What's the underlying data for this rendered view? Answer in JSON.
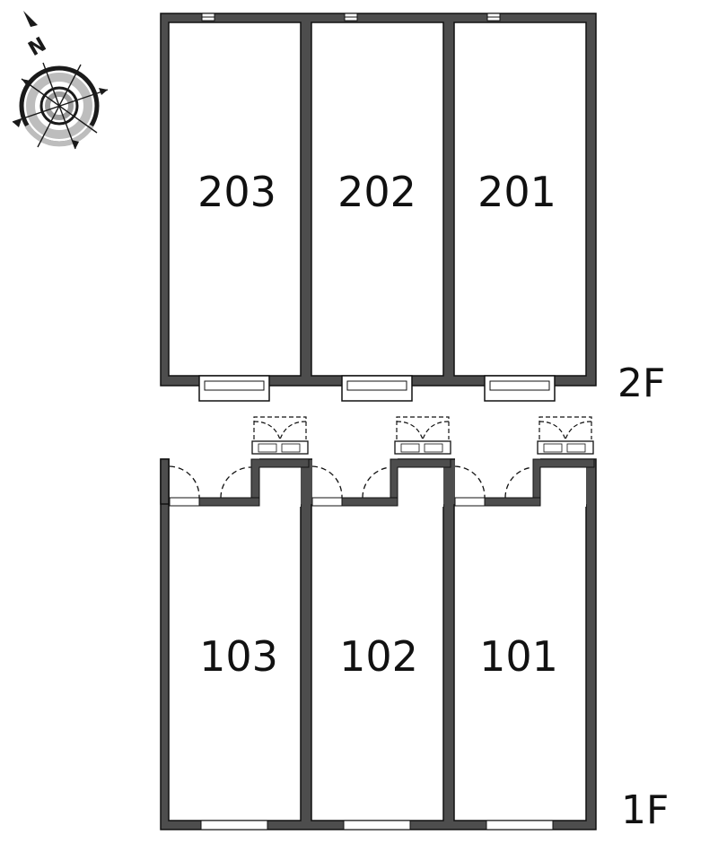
{
  "compass": {
    "north_letter": "N",
    "icon": "compass-rose-icon"
  },
  "floors": {
    "upper": {
      "label": "2F",
      "rooms": [
        "203",
        "202",
        "201"
      ]
    },
    "lower": {
      "label": "1F",
      "rooms": [
        "103",
        "102",
        "101"
      ]
    }
  },
  "colors": {
    "wall_fill": "#4d4d4d",
    "wall_outline": "#111111",
    "compass_gray": "#bdbdbd",
    "background": "#ffffff"
  }
}
